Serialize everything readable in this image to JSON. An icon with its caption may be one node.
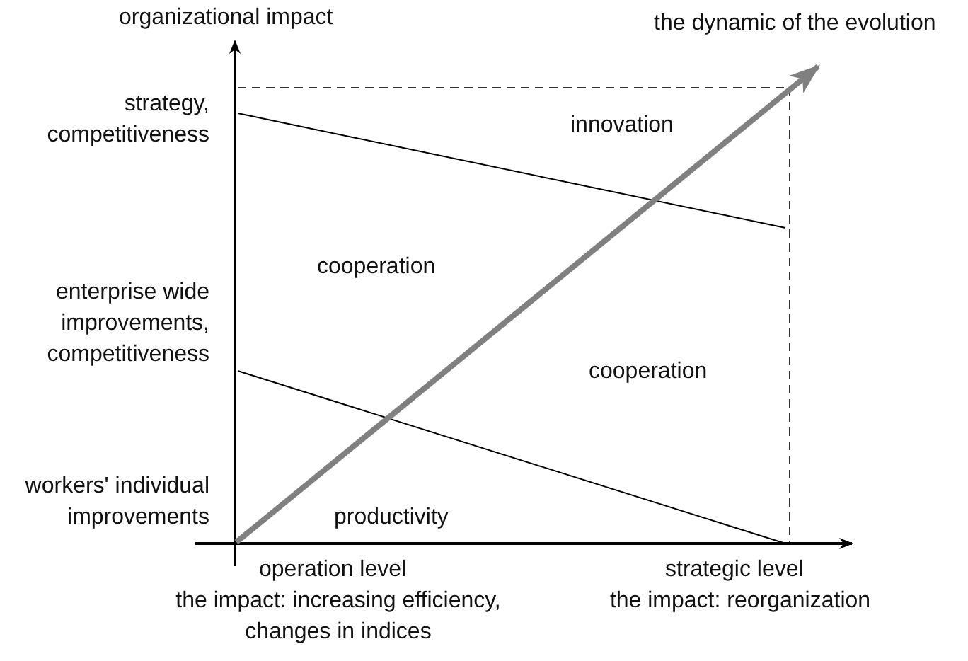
{
  "diagram": {
    "labels": [
      "organizational impact",
      "the dynamic of the evolution",
      "strategy, competitiveness",
      "innovation",
      "cooperation",
      "enterprise wide improvements, competitiveness",
      "cooperation",
      "workers' individual improvements",
      "productivity",
      "operation level",
      "strategic level",
      "the impact: increasing efficiency, changes in indices",
      "the impact: reorganization"
    ]
  }
}
